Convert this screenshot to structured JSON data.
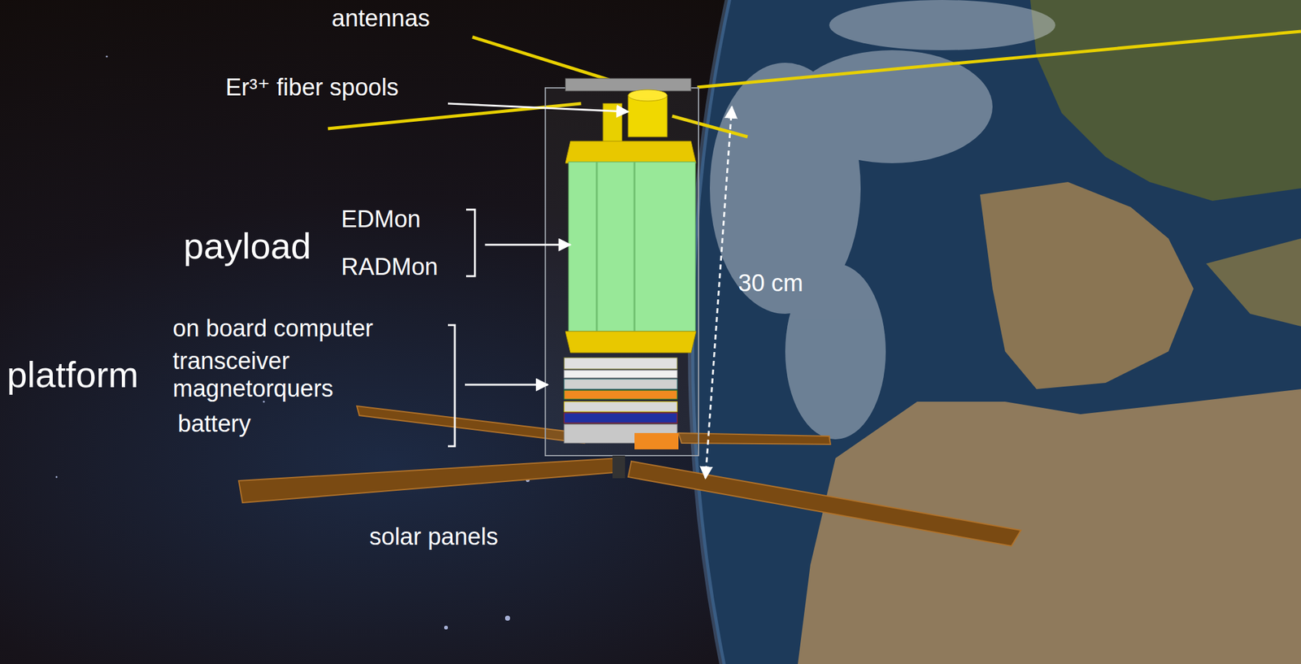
{
  "diagram": {
    "labels": [
      "antennas",
      "Er³⁺ fiber spools",
      "EDMon",
      "payload",
      "RADMon",
      "30 cm",
      "on board computer",
      "transceiver",
      "platform",
      "magnetorquers",
      "battery",
      "solar panels"
    ]
  }
}
